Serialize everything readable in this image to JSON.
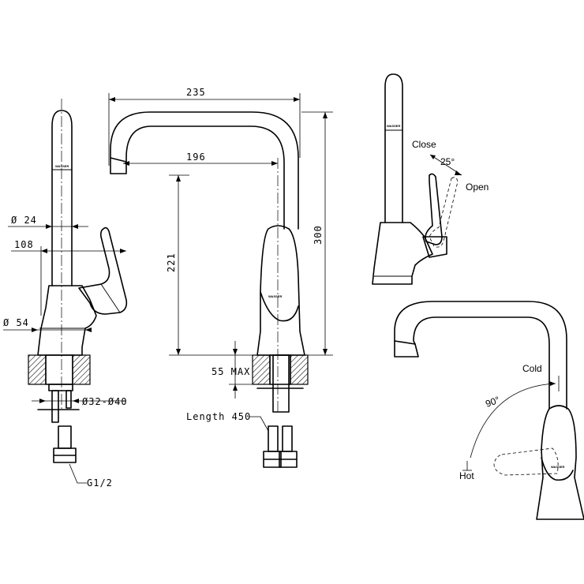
{
  "dimensions": {
    "reach_total": "235",
    "reach_spout": "196",
    "height_total": "300",
    "height_spout": "221",
    "diameter_body_top": "Ø 24",
    "lever_width": "108",
    "diameter_base": "Ø 54",
    "counter_thickness": "55 MAX",
    "hole_diameter": "Ø32-Ø40",
    "hose_length": "Length 450",
    "thread": "G1/2"
  },
  "lever_detail": {
    "close_label": "Close",
    "open_label": "Open",
    "angle_label": "25°"
  },
  "rotation_detail": {
    "cold_label": "Cold",
    "hot_label": "Hot",
    "angle_label": "90°"
  },
  "logo_text": "WASSER"
}
